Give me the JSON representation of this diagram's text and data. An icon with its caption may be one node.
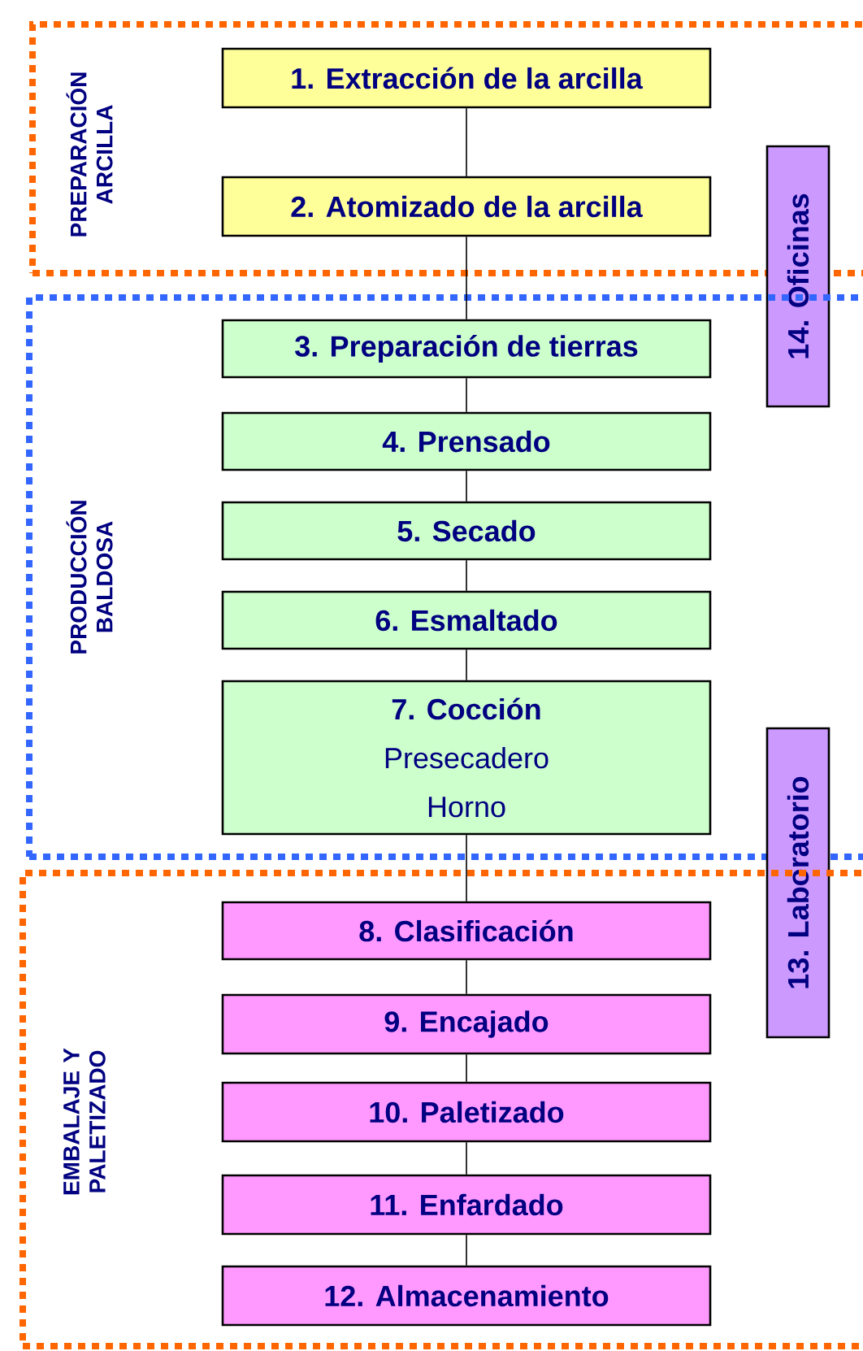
{
  "diagram": {
    "nodes": [
      {
        "text": [
          "PREPARACIÓN ARCILLA"
        ]
      },
      {
        "text": [
          "1. Extracción de la arcilla"
        ],
        "in": 0
      },
      {
        "text": [
          "2. Atomizado de la arcilla"
        ],
        "in": 0
      },
      {
        "text": [
          "14. Oficinas"
        ]
      },
      {
        "text": [
          "PRODUCCIÓN BALDOSA"
        ]
      },
      {
        "text": [
          "3. Preparación de tierras"
        ],
        "in": 4
      },
      {
        "text": [
          "4. Prensado"
        ],
        "in": 4
      },
      {
        "text": [
          "5. Secado"
        ],
        "in": 4
      },
      {
        "text": [
          "6. Esmaltado"
        ],
        "in": 4
      },
      {
        "text": [
          "7. Cocción",
          "Presecadero",
          "Horno"
        ],
        "in": 4
      },
      {
        "text": [
          "13. Laboratorio"
        ]
      },
      {
        "text": [
          "EMBALAJE Y PALETIZADO"
        ]
      },
      {
        "text": [
          "8. Clasificación"
        ],
        "in": 11
      },
      {
        "text": [
          "9. Encajado"
        ],
        "in": 11
      },
      {
        "text": [
          "10. Paletizado"
        ],
        "in": 11
      },
      {
        "text": [
          "11. Enfardado"
        ],
        "in": 11
      },
      {
        "text": [
          "12. Almacenamiento"
        ],
        "in": 11
      }
    ],
    "edges": [
      {
        "from": 1,
        "to": 2,
        "arrow": "none"
      },
      {
        "from": 2,
        "to": 5,
        "arrow": "none"
      },
      {
        "from": 5,
        "to": 6,
        "arrow": "none"
      },
      {
        "from": 6,
        "to": 7,
        "arrow": "none"
      },
      {
        "from": 7,
        "to": 8,
        "arrow": "none"
      },
      {
        "from": 8,
        "to": 9,
        "arrow": "none"
      },
      {
        "from": 9,
        "to": 12,
        "arrow": "none"
      },
      {
        "from": 12,
        "to": 13,
        "arrow": "none"
      },
      {
        "from": 13,
        "to": 14,
        "arrow": "none"
      },
      {
        "from": 14,
        "to": 15,
        "arrow": "none"
      },
      {
        "from": 15,
        "to": 16,
        "arrow": "none"
      }
    ]
  }
}
